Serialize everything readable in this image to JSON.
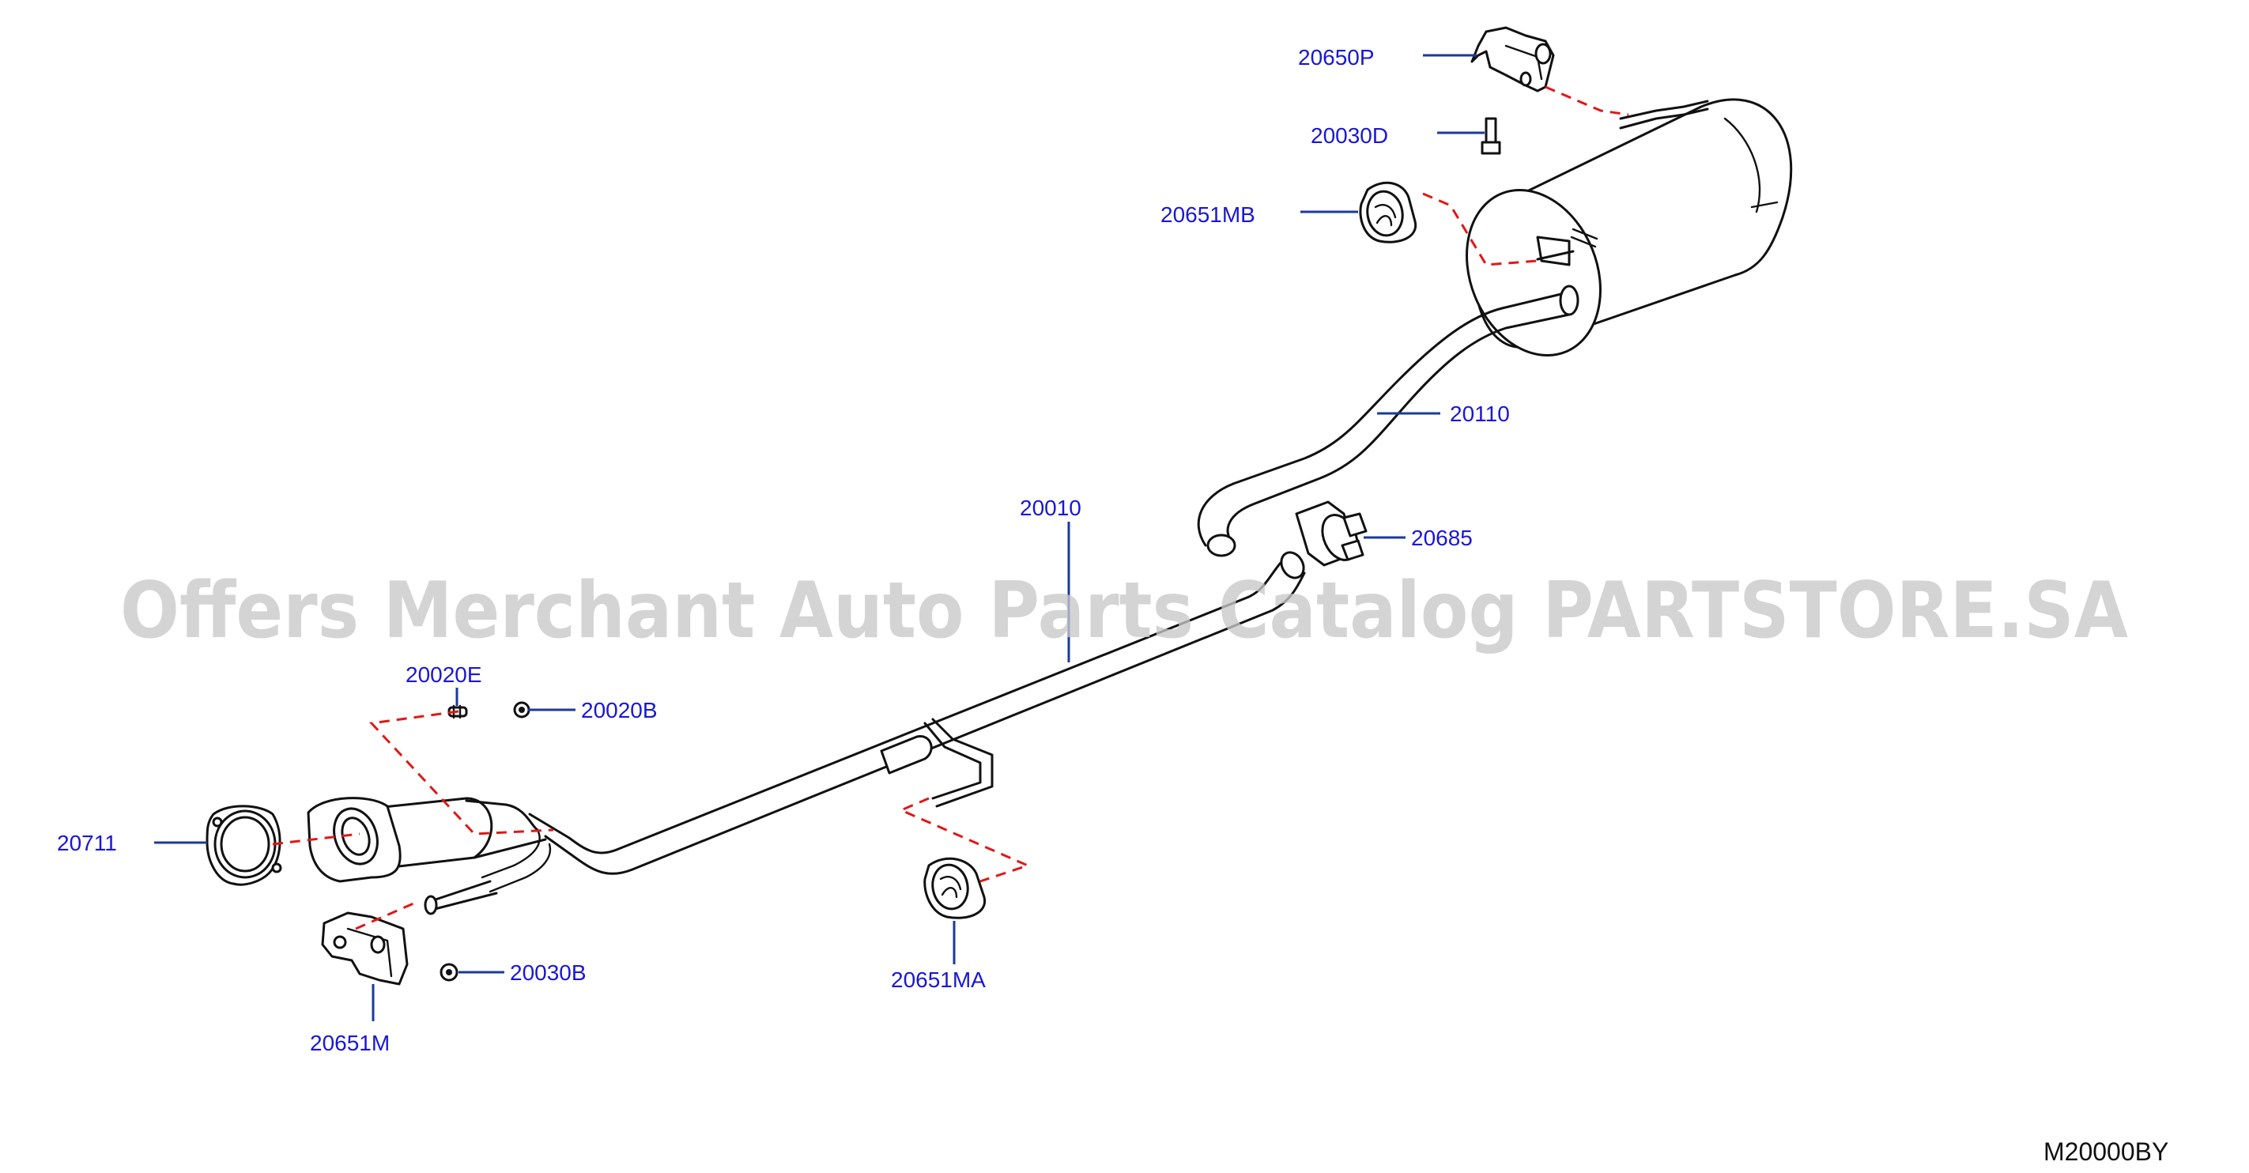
{
  "watermark": "Offers Merchant Auto Parts Catalog PARTSTORE.SA",
  "diagram_code": "M20000BY",
  "callouts": {
    "p20650P": "20650P",
    "p20030D": "20030D",
    "p20651MB": "20651MB",
    "p20110": "20110",
    "p20010": "20010",
    "p20685": "20685",
    "p20020E": "20020E",
    "p20020B": "20020B",
    "p20711": "20711",
    "p20030B": "20030B",
    "p20651M": "20651M",
    "p20651MA": "20651MA"
  },
  "colors": {
    "callout_text": "#1a17d6",
    "leader_line": "#1a3a9e",
    "dashed_guide": "#e01818",
    "watermark": "#c8c8c8"
  }
}
